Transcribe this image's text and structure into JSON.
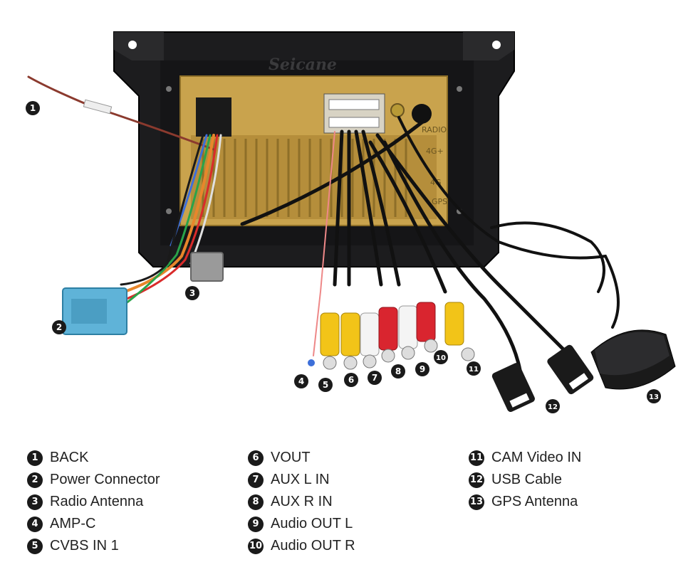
{
  "brand": "Seicane",
  "unit_labels": {
    "radio": "RADIO",
    "fourg": "4G+",
    "fourg_b": "4G",
    "gps": "GPS"
  },
  "callouts": [
    "1",
    "2",
    "3",
    "4",
    "5",
    "6",
    "7",
    "8",
    "9",
    "10",
    "11",
    "12",
    "13"
  ],
  "legend": [
    {
      "num": "1",
      "label": "BACK"
    },
    {
      "num": "2",
      "label": "Power Connector"
    },
    {
      "num": "3",
      "label": "Radio Antenna"
    },
    {
      "num": "4",
      "label": "AMP-C"
    },
    {
      "num": "5",
      "label": "CVBS IN 1"
    },
    {
      "num": "6",
      "label": "VOUT"
    },
    {
      "num": "7",
      "label": "AUX L IN"
    },
    {
      "num": "8",
      "label": "AUX R IN"
    },
    {
      "num": "9",
      "label": "Audio OUT L"
    },
    {
      "num": "10",
      "label": "Audio OUT R"
    },
    {
      "num": "11",
      "label": "CAM Video IN"
    },
    {
      "num": "12",
      "label": "USB Cable"
    },
    {
      "num": "13",
      "label": "GPS Antenna"
    }
  ],
  "colors": {
    "frame": "#1c1c1e",
    "panel": "#c9a34d",
    "rca_yellow": "#f2c418",
    "rca_white": "#f4f4f4",
    "rca_red": "#d9252f",
    "connector_blue": "#5fb3d8",
    "connector_grey": "#9a9a9a"
  }
}
